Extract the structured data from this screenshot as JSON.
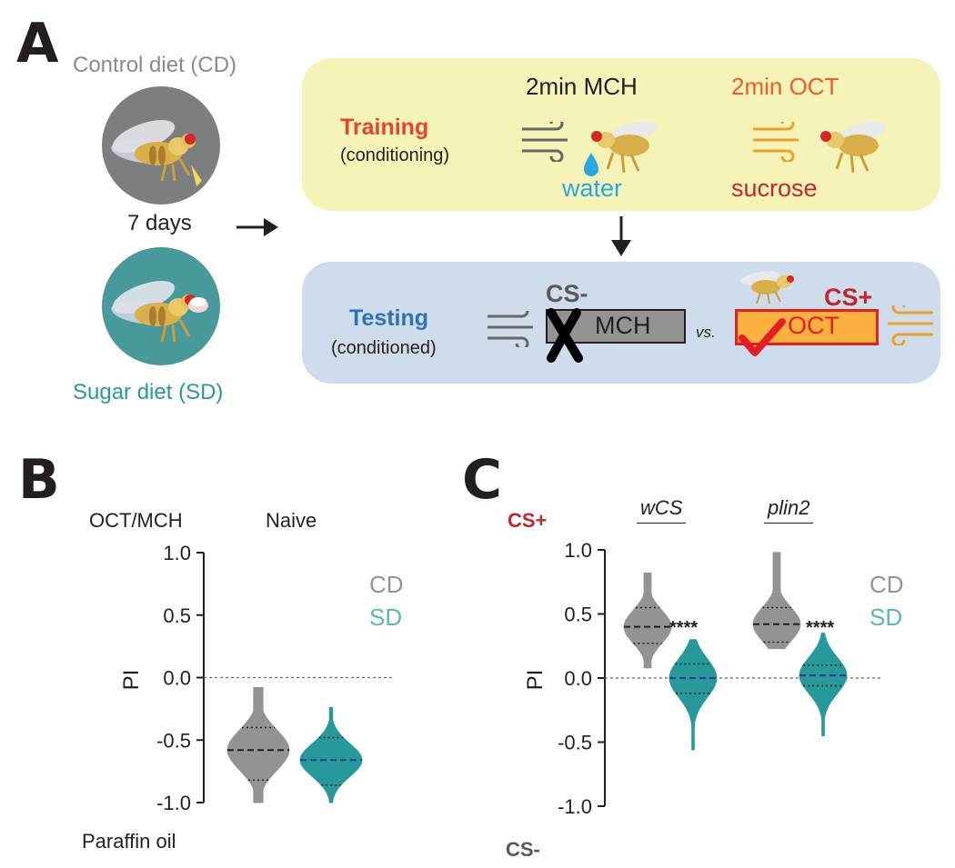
{
  "panelA": {
    "letter": "A",
    "control_diet": "Control diet (CD)",
    "duration": "7 days",
    "sugar_diet": "Sugar diet (SD)",
    "training": {
      "title": "Training",
      "subtitle": "(conditioning)",
      "odor1": "2min MCH",
      "odor2": "2min OCT",
      "reward1": "water",
      "reward2": "sucrose"
    },
    "testing": {
      "title": "Testing",
      "subtitle": "(conditioned)",
      "cs_minus": "CS-",
      "cs_plus": "CS+",
      "box_minus": "MCH",
      "vs": "vs.",
      "box_plus": "OCT"
    }
  },
  "panelB": {
    "letter": "B",
    "top_label": "OCT/MCH",
    "condition": "Naive",
    "bottom_label": "Paraffin oil"
  },
  "panelC": {
    "letter": "C",
    "top_label": "CS+",
    "bottom_label": "CS-",
    "group1": "wCS",
    "group2": "plin2",
    "sig1": "****",
    "sig2": "****"
  },
  "colors": {
    "cd": "#939393",
    "sd": "#27999a",
    "sd_text": "#5ab8b3",
    "training_red": "#e8432d",
    "testing_blue": "#2d74b6",
    "cs_plus_red": "#c1272d",
    "water_blue": "#29a8e0",
    "oct_orange": "#f15a29",
    "yellow_box": "#f6f3b8",
    "blue_box": "#cfdcec"
  },
  "chart_data": [
    {
      "type": "violin",
      "panel": "B",
      "ylabel": "PI",
      "ylim": [
        -1.0,
        1.0
      ],
      "yticks": [
        "1.0",
        "0.5",
        "0.0",
        "-0.5",
        "-1.0"
      ],
      "legend": [
        "CD",
        "SD"
      ],
      "legend_placement": "top-right",
      "series": [
        {
          "name": "CD",
          "median": -0.58,
          "q1": -0.82,
          "q3": -0.4,
          "min": -1.0,
          "max": -0.08
        },
        {
          "name": "SD",
          "median": -0.66,
          "q1": -0.86,
          "q3": -0.48,
          "min": -1.0,
          "max": -0.24
        }
      ]
    },
    {
      "type": "violin",
      "panel": "C",
      "ylabel": "PI",
      "ylim": [
        -1.0,
        1.0
      ],
      "yticks": [
        "1.0",
        "0.5",
        "0.0",
        "-0.5",
        "-1.0"
      ],
      "legend": [
        "CD",
        "SD"
      ],
      "legend_placement": "top-right",
      "categories": [
        "wCS",
        "plin2"
      ],
      "series": [
        {
          "group": "wCS",
          "name": "CD",
          "median": 0.4,
          "q1": 0.27,
          "q3": 0.55,
          "min": 0.08,
          "max": 0.82
        },
        {
          "group": "wCS",
          "name": "SD",
          "median": 0.0,
          "q1": -0.12,
          "q3": 0.11,
          "min": -0.56,
          "max": 0.3
        },
        {
          "group": "plin2",
          "name": "CD",
          "median": 0.42,
          "q1": 0.28,
          "q3": 0.55,
          "min": 0.23,
          "max": 0.98
        },
        {
          "group": "plin2",
          "name": "SD",
          "median": 0.02,
          "q1": -0.06,
          "q3": 0.1,
          "min": -0.45,
          "max": 0.35
        }
      ]
    }
  ]
}
